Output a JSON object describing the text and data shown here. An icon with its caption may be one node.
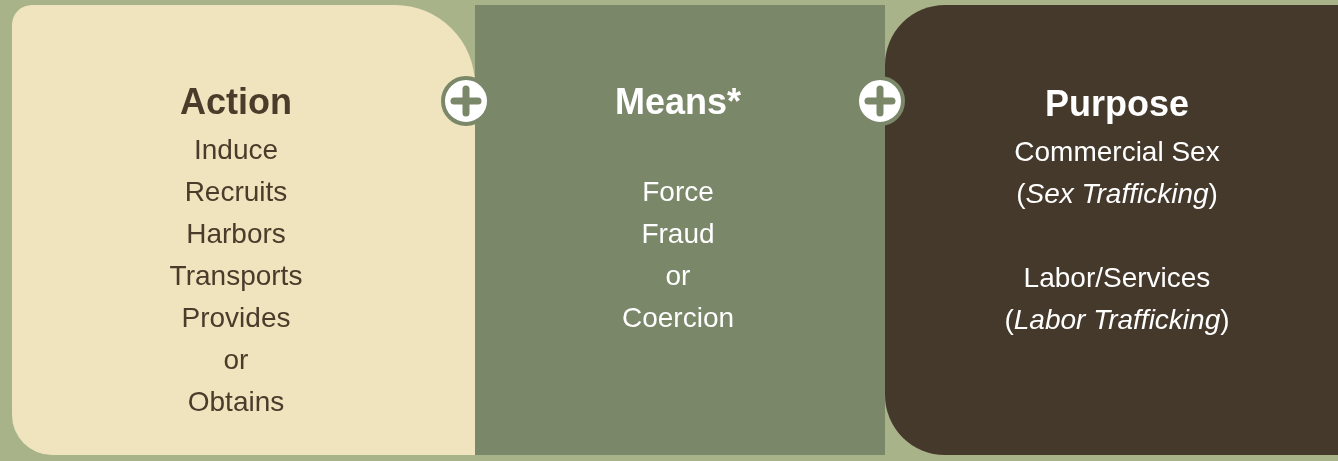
{
  "diagram": {
    "nodes": [
      {
        "text": [
          "Action",
          "Induce",
          "Recruits",
          "Harbors",
          "Transports",
          "Provides",
          "or",
          "Obtains"
        ]
      },
      {
        "text": [
          "Means*",
          "Force",
          "Fraud",
          "or",
          "Coercion"
        ]
      },
      {
        "text": [
          "Purpose",
          "Commercial Sex (*Sex Trafficking*)",
          "Labor/Services (*Labor Trafficking*)"
        ]
      }
    ]
  }
}
